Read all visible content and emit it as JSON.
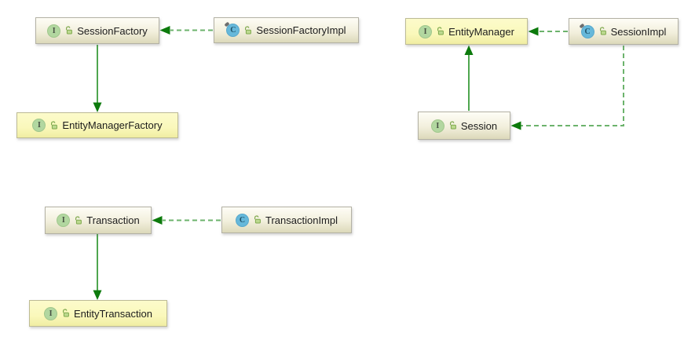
{
  "icons": {
    "interface_letter": "I",
    "class_letter": "C"
  },
  "diagram": {
    "background": "#ffffff",
    "colors": {
      "solid_edge": "#4fa64f",
      "dashed_edge": "#6cb36c",
      "arrowhead": "#0c7a0c",
      "node_fill_top": "#fefdf6",
      "node_fill_bottom": "#dcd9ba",
      "highlight_fill": "#faf8bb",
      "node_border": "#b3b1a4",
      "interface_icon": "#b2d7a0",
      "class_icon": "#66b8da",
      "lock_icon": "#7fa94e"
    },
    "nodes": [
      {
        "id": "sessionFactory",
        "label": "SessionFactory",
        "kind": "interface",
        "highlighted": false,
        "final": false
      },
      {
        "id": "sessionFactoryImpl",
        "label": "SessionFactoryImpl",
        "kind": "class",
        "highlighted": false,
        "final": true
      },
      {
        "id": "entityManagerFactory",
        "label": "EntityManagerFactory",
        "kind": "interface",
        "highlighted": true,
        "final": false
      },
      {
        "id": "entityManager",
        "label": "EntityManager",
        "kind": "interface",
        "highlighted": true,
        "final": false
      },
      {
        "id": "sessionImpl",
        "label": "SessionImpl",
        "kind": "class",
        "highlighted": false,
        "final": true
      },
      {
        "id": "session",
        "label": "Session",
        "kind": "interface",
        "highlighted": false,
        "final": false
      },
      {
        "id": "transaction",
        "label": "Transaction",
        "kind": "interface",
        "highlighted": false,
        "final": false
      },
      {
        "id": "transactionImpl",
        "label": "TransactionImpl",
        "kind": "class",
        "highlighted": false,
        "final": false
      },
      {
        "id": "entityTransaction",
        "label": "EntityTransaction",
        "kind": "interface",
        "highlighted": true,
        "final": false
      }
    ],
    "edges": [
      {
        "from": "SessionFactoryImpl",
        "to": "SessionFactory",
        "type": "realization",
        "style": "dashed"
      },
      {
        "from": "SessionFactory",
        "to": "EntityManagerFactory",
        "type": "extends",
        "style": "solid"
      },
      {
        "from": "SessionImpl",
        "to": "EntityManager",
        "type": "realization",
        "style": "dashed"
      },
      {
        "from": "Session",
        "to": "EntityManager",
        "type": "extends",
        "style": "solid"
      },
      {
        "from": "SessionImpl",
        "to": "Session",
        "type": "realization",
        "style": "dashed"
      },
      {
        "from": "TransactionImpl",
        "to": "Transaction",
        "type": "realization",
        "style": "dashed"
      },
      {
        "from": "Transaction",
        "to": "EntityTransaction",
        "type": "extends",
        "style": "solid"
      }
    ]
  }
}
